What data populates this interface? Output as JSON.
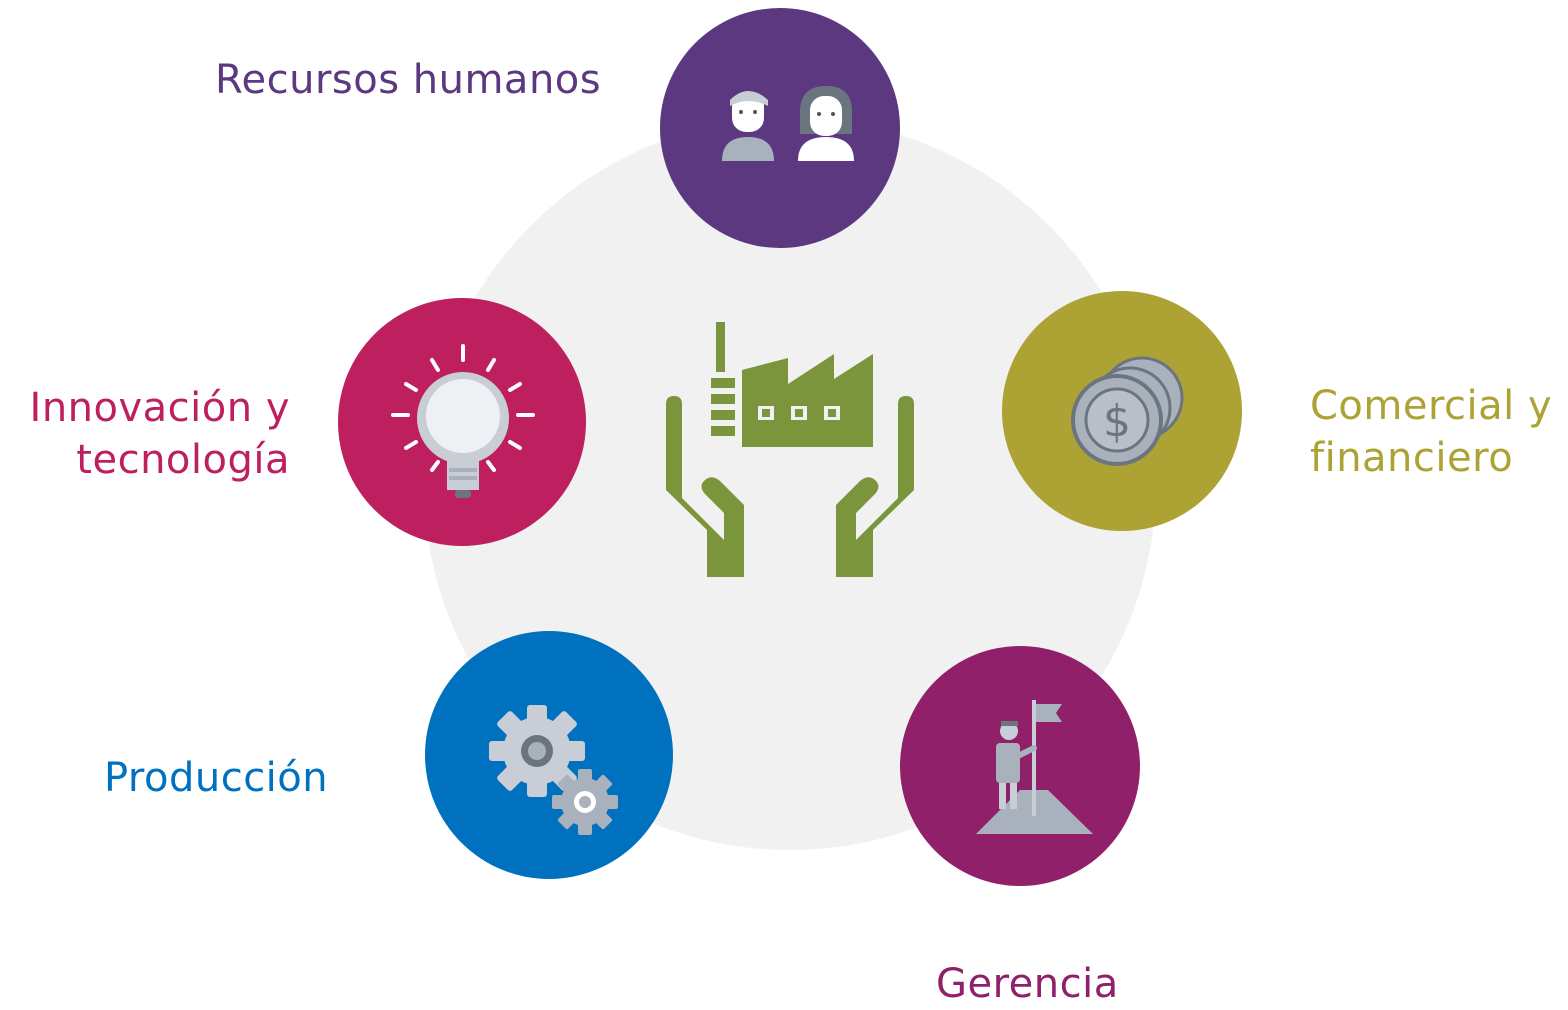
{
  "colors": {
    "background_disc": "#f1f1f1",
    "center_icon": "#7a953b",
    "recursos_humanos": "#5b3880",
    "innovacion": "#be1f5f",
    "comercial": "#ada234",
    "produccion": "#0071bf",
    "gerencia": "#91206b",
    "icon_gray": "#a9b1bc",
    "icon_dark_gray": "#6b7580"
  },
  "nodes": {
    "recursos_humanos": {
      "label": "Recursos humanos",
      "icon": "people-icon"
    },
    "innovacion": {
      "label_line1": "Innovación y",
      "label_line2": "tecnología",
      "icon": "lightbulb-icon"
    },
    "comercial": {
      "label_line1": "Comercial y",
      "label_line2": "financiero",
      "icon": "coins-icon"
    },
    "produccion": {
      "label": "Producción",
      "icon": "gears-icon"
    },
    "gerencia": {
      "label": "Gerencia",
      "icon": "summit-flag-icon"
    }
  },
  "center": {
    "icon": "factory-in-hands-icon"
  }
}
